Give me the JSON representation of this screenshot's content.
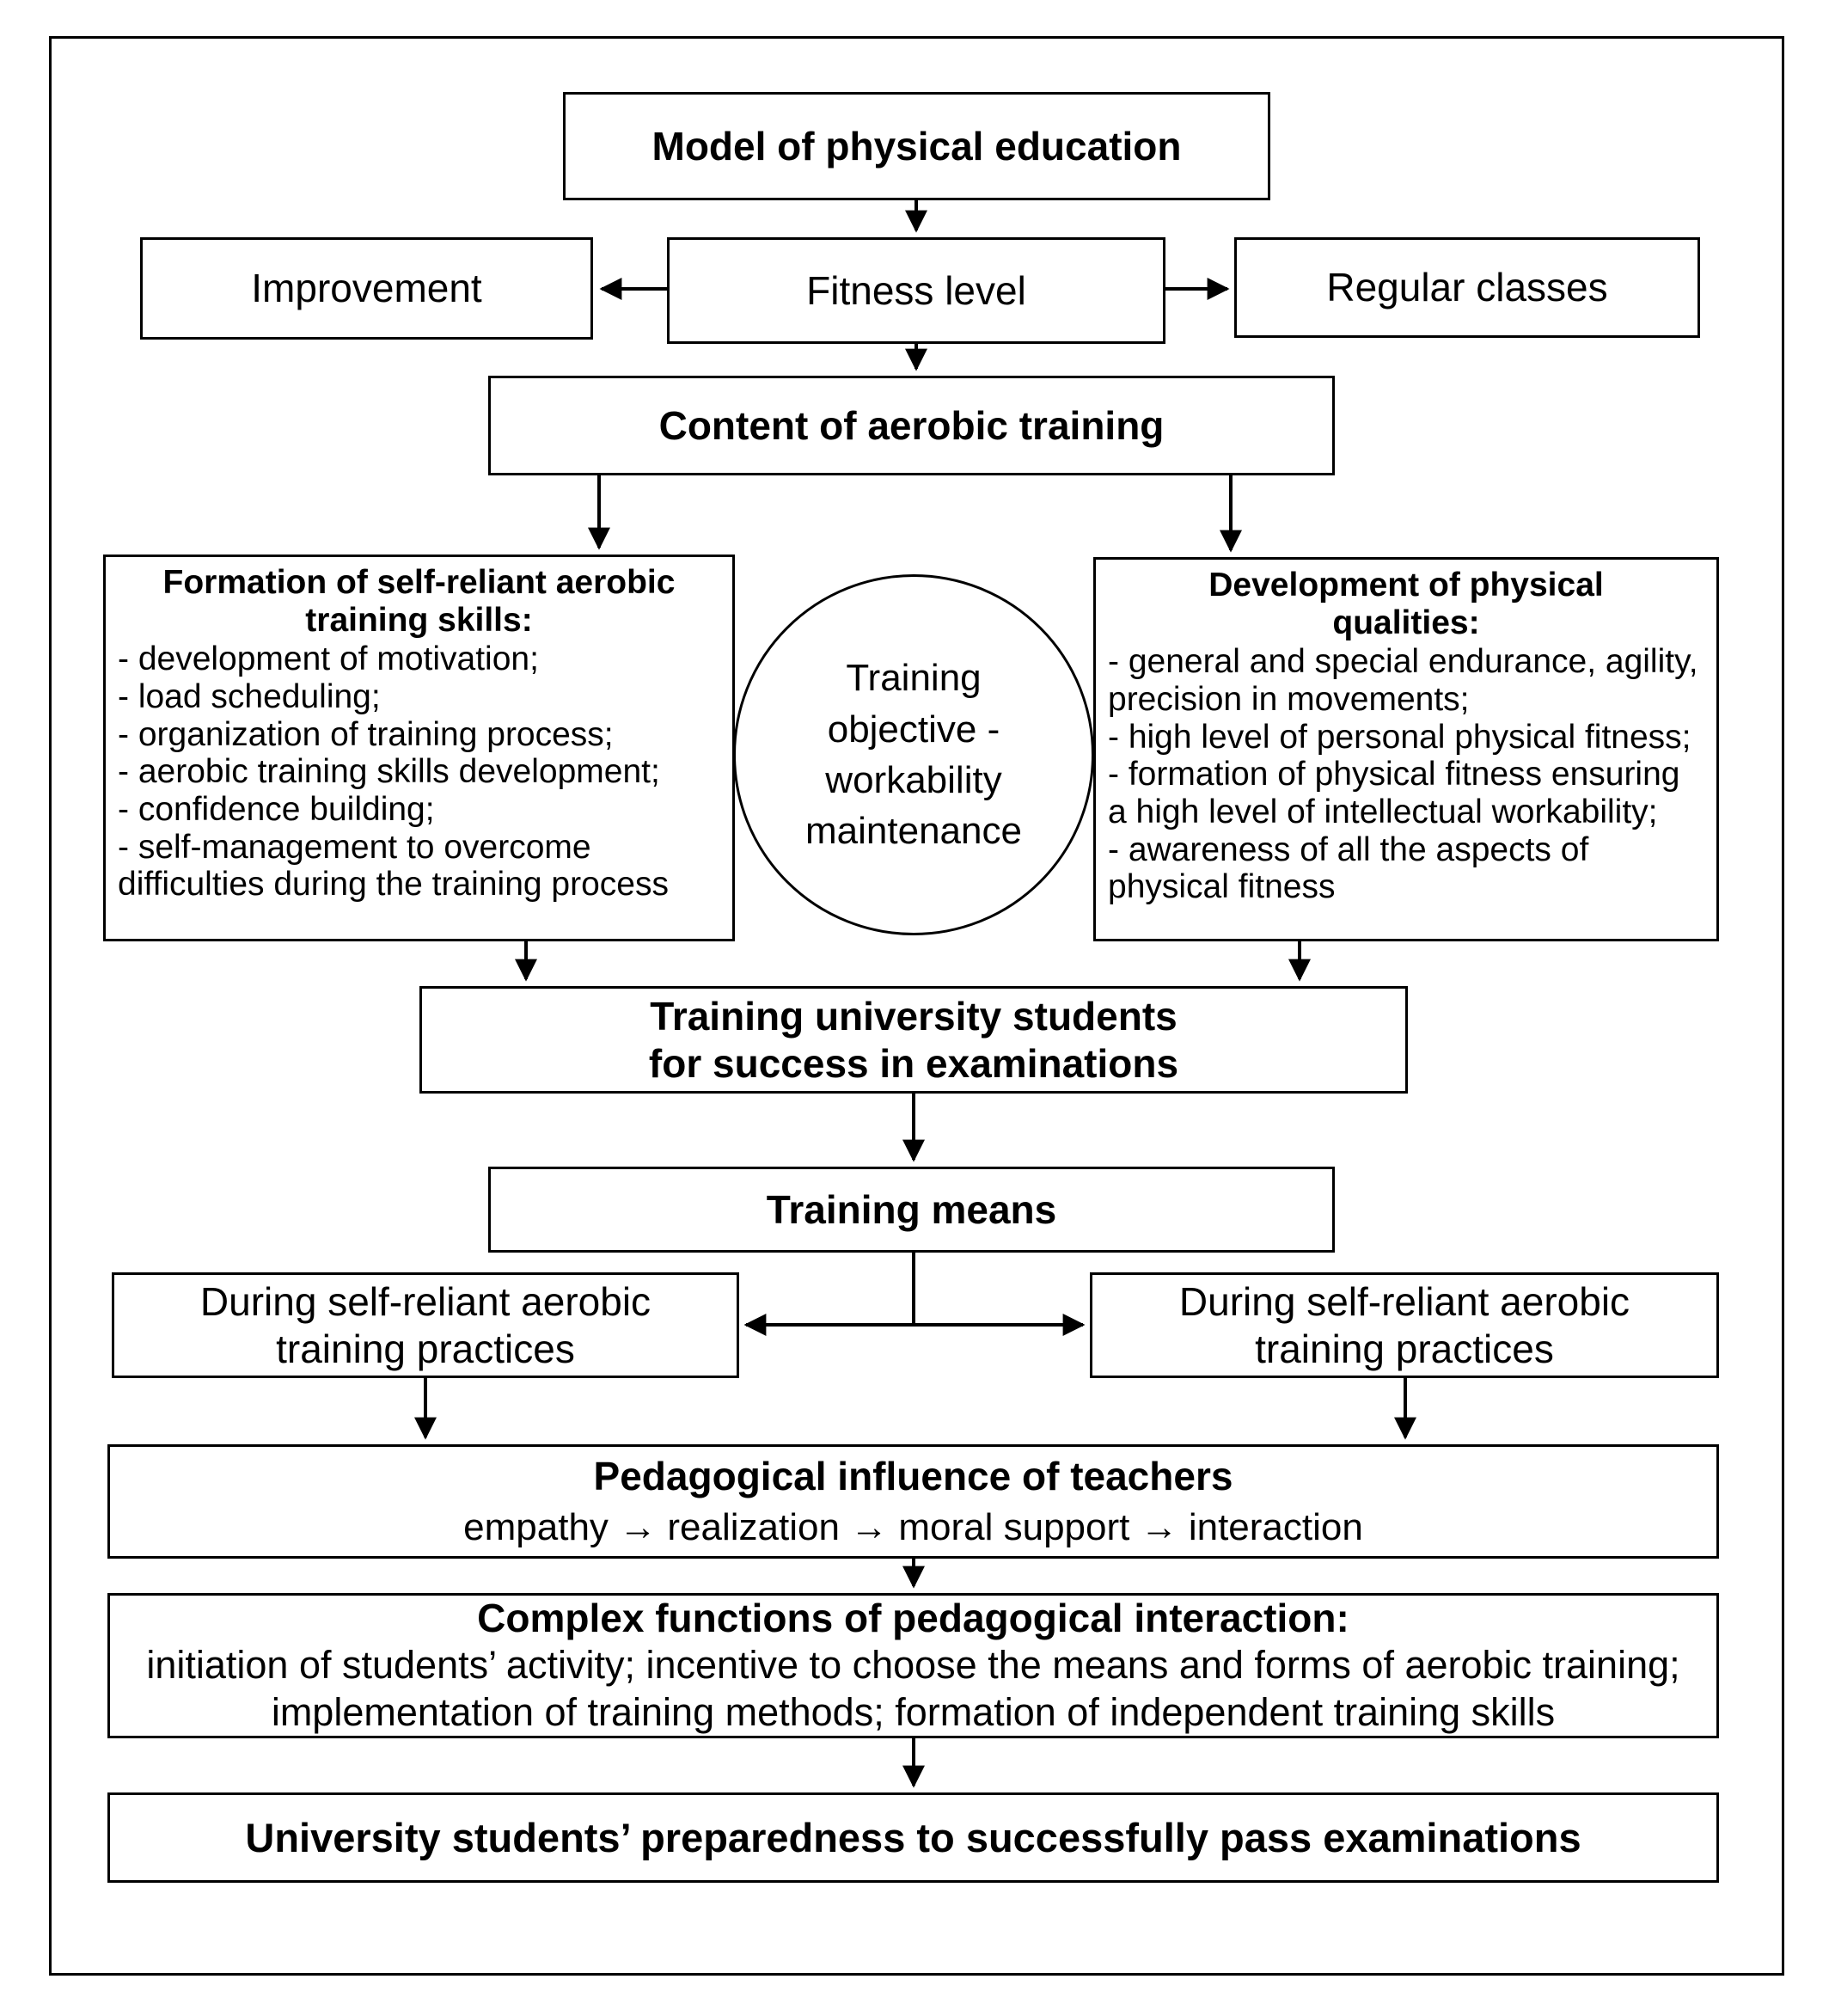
{
  "diagram": {
    "colors": {
      "border": "#000000",
      "background": "#ffffff",
      "text": "#000000"
    },
    "nodes": {
      "model": "Model of physical education",
      "improvement": "Improvement",
      "fitness": "Fitness level",
      "regular": "Regular classes",
      "content": "Content of aerobic training",
      "formation": {
        "heading": "Formation of self-reliant aerobic\ntraining skills:",
        "items": [
          "- development of motivation;",
          "- load scheduling;",
          "- organization of training process;",
          "- aerobic training skills development;",
          "- confidence building;",
          "- self-management to overcome difficulties during the training process"
        ]
      },
      "objective_circle": "Training\nobjective -\nworkability\nmaintenance",
      "development": {
        "heading": "Development of physical\nqualities:",
        "items": [
          "- general and special endurance, agility, precision in movements;",
          "- high level of personal physical fitness;",
          "- formation of physical fitness ensuring a high level of intellectual workability;",
          "- awareness of all the aspects of physical fitness"
        ]
      },
      "training_students": "Training university students\nfor success in examinations",
      "training_means": "Training means",
      "during_left": "During self-reliant aerobic\ntraining practices",
      "during_right": "During self-reliant aerobic\ntraining practices",
      "pedagogical": {
        "heading": "Pedagogical influence of teachers",
        "sequence": "empathy  →  realization  →  moral support  →  interaction"
      },
      "complex": {
        "heading": "Complex functions of pedagogical interaction:",
        "body": "initiation of students’ activity; incentive to choose the means and forms of aerobic training; implementation of training methods; formation of independent training skills"
      },
      "final": "University students’ preparedness to successfully pass examinations"
    }
  }
}
